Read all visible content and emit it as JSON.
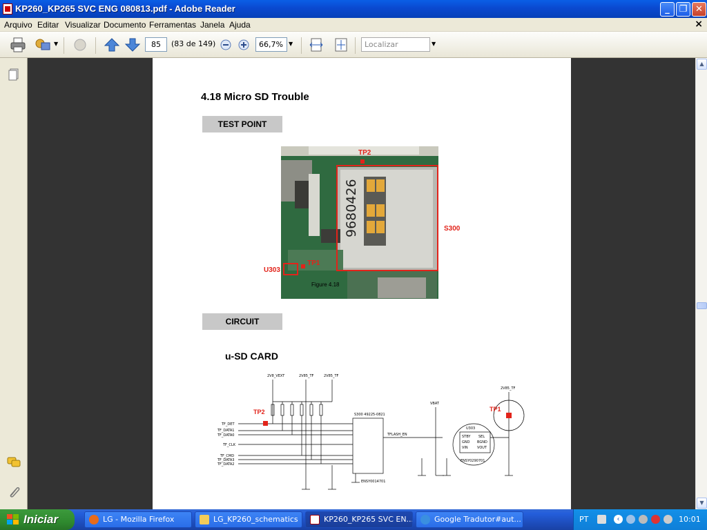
{
  "window": {
    "title": "KP260_KP265 SVC ENG 080813.pdf - Adobe Reader"
  },
  "menu": [
    "Arquivo",
    "Editar",
    "Visualizar",
    "Documento",
    "Ferramentas",
    "Janela",
    "Ajuda"
  ],
  "toolbar": {
    "page_number": "85",
    "page_of": "(83 de 149)",
    "zoom": "66,7%",
    "search_placeholder": "Localizar"
  },
  "document": {
    "section_title": "4.18 Micro SD Trouble",
    "test_point_label": "TEST POINT",
    "circuit_label": "CIRCUIT",
    "schematic_title": "u-SD CARD",
    "photo_labels": {
      "tp2": "TP2",
      "tp1": "TP1",
      "s300": "S300",
      "u303": "U303",
      "figure": "Figure 4.18"
    },
    "schematic_labels": {
      "tp2": "TP2",
      "tp1": "TP1",
      "v_2v8_vext": "2V8_VEXT",
      "v_2v85_tf_a": "2V85_TF",
      "v_2v85_tf_b": "2V85_TF",
      "v_2v85_tf_c": "2V85_TF",
      "vbat": "VBAT",
      "tf_det": "TF_DET",
      "tf_data1": "TF_DATA1",
      "tf_data0": "TF_DATA0",
      "tf_clk": "TF_CLK",
      "tf_cmd": "TF_CMD",
      "tf_data3": "TF_DATA3",
      "tf_data2": "TF_DATA2",
      "tflash_en": "TFLASH_EN",
      "connector": "S300 49225-0821",
      "part_a": "ENSY0014701",
      "part_b": "ENSY0290701",
      "u303": "U303",
      "ic_pins": [
        "STBY",
        "SEL",
        "GND",
        "BGND",
        "VIN",
        "VOUT"
      ]
    }
  },
  "taskbar": {
    "start": "Iniciar",
    "tasks": [
      {
        "label": "LG - Mozilla Firefox"
      },
      {
        "label": "LG_KP260_schematics"
      },
      {
        "label": "KP260_KP265 SVC EN..."
      },
      {
        "label": "Google Tradutor#aut..."
      }
    ],
    "language": "PT",
    "clock": "10:01"
  }
}
